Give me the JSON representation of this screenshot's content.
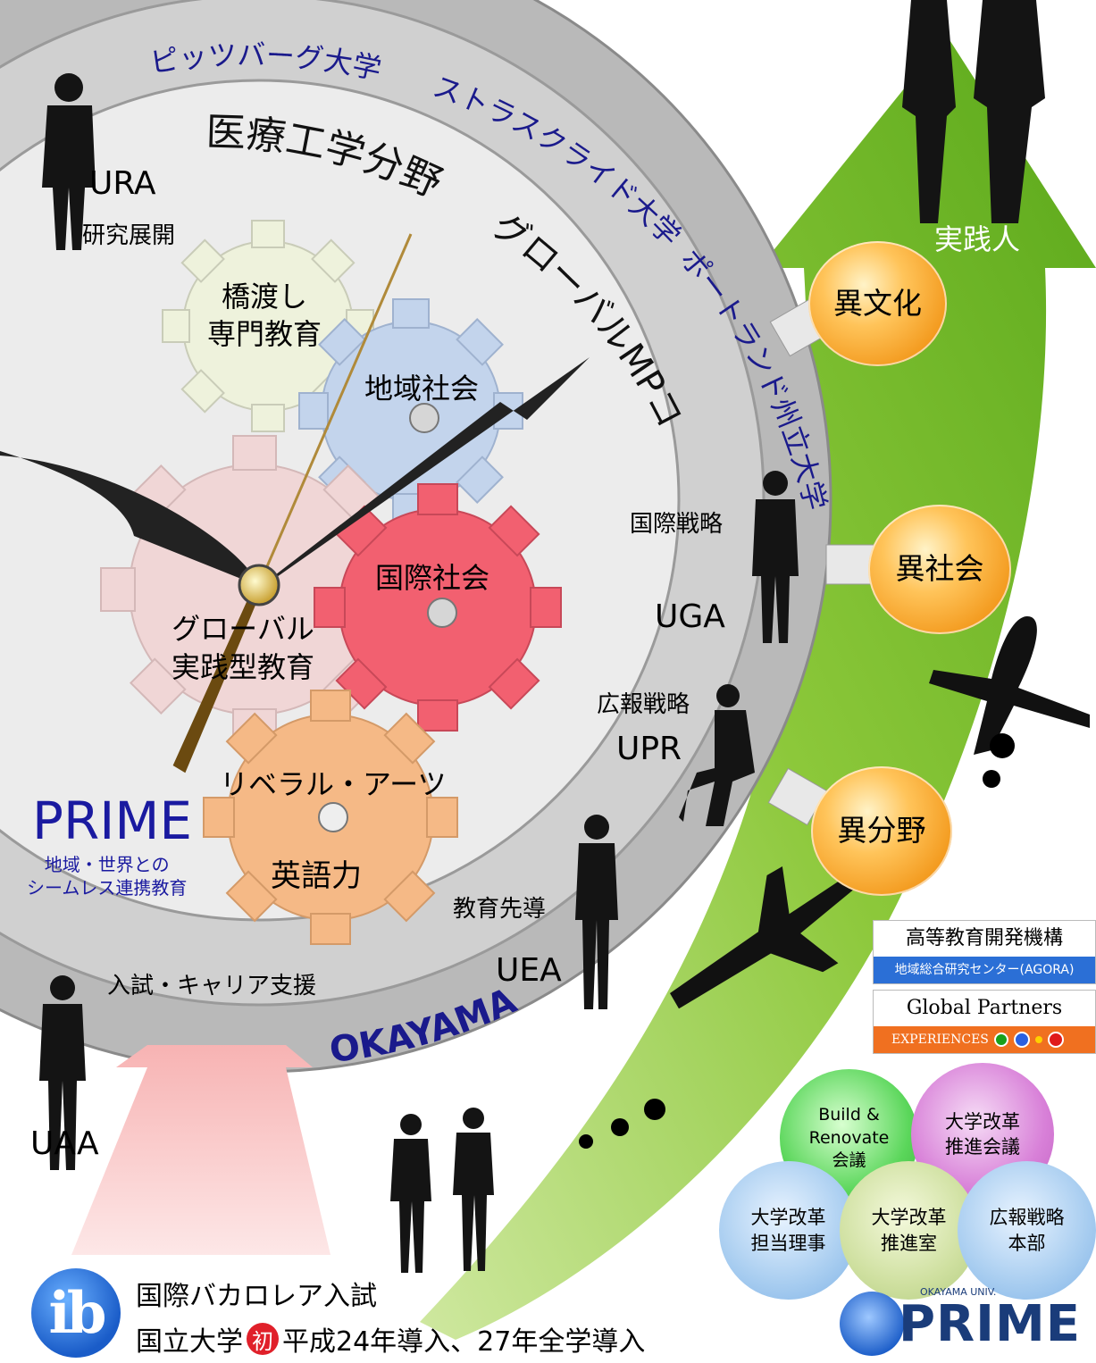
{
  "ring_outer": {
    "label_1": "ピッツバーグ大学",
    "label_2": "ストラスクライド大学",
    "label_3": "ポートランド州立大学",
    "bottom_label": "OKAYAMA"
  },
  "ring_inner": {
    "label_1": "医療工学分野",
    "label_2": "グローバルMPコース"
  },
  "gears": {
    "bridge_line1": "橋渡し",
    "bridge_line2": "専門教育",
    "regional": "地域社会",
    "international": "国際社会",
    "global_line1": "グローバル",
    "global_line2": "実践型教育",
    "liberal": "リベラル・アーツ",
    "english": "英語力"
  },
  "prime_block": {
    "title": "PRIME",
    "subtitle_line1": "地域・世界との",
    "subtitle_line2": "シームレス連携教育"
  },
  "roles": {
    "ura": "URA",
    "ura_desc": "研究展開",
    "uga_desc": "国際戦略",
    "uga": "UGA",
    "upr_desc": "広報戦略",
    "upr": "UPR",
    "uea_desc": "教育先導",
    "uea": "UEA",
    "uaa_desc": "入試・キャリア支援",
    "uaa": "UAA"
  },
  "arrow": {
    "top_label": "実践人",
    "bubble_1": "異文化",
    "bubble_2": "異社会",
    "bubble_3": "異分野"
  },
  "agora_box": {
    "title": "高等教育開発機構",
    "subtitle": "地域総合研究センター(AGORA)"
  },
  "partners_box": {
    "title": "Global Partners",
    "subtitle": "EXPERIENCES"
  },
  "organization": {
    "build": "Build &\nRenovate\n会議",
    "council": "大学改革\n推進会議",
    "director": "大学改革\n担当理事",
    "office": "大学改革\n推進室",
    "pr_hq": "広報戦略\n本部"
  },
  "ib": {
    "logo_text": "ib",
    "line1": "国際バカロレア入試",
    "line2_pre": "国立大学",
    "line2_badge": "初",
    "line2_post": "平成24年導入、27年全学導入"
  },
  "logo": {
    "small": "OKAYAMA UNIV.",
    "big": "PRIME"
  },
  "colors": {
    "ring_outer": "#b9b9b9",
    "ring_inner": "#d0d0d0",
    "face": "#ececec",
    "gear_bridge": "#eef2dc",
    "gear_regional": "#c3d4ec",
    "gear_international": "#f26070",
    "gear_global": "#f0d6d6",
    "gear_liberal": "#f5b986",
    "arrow_green": "#7cc22a",
    "prime_blue": "#1a1aa0",
    "ring_text_blue": "#1a1a8c"
  }
}
